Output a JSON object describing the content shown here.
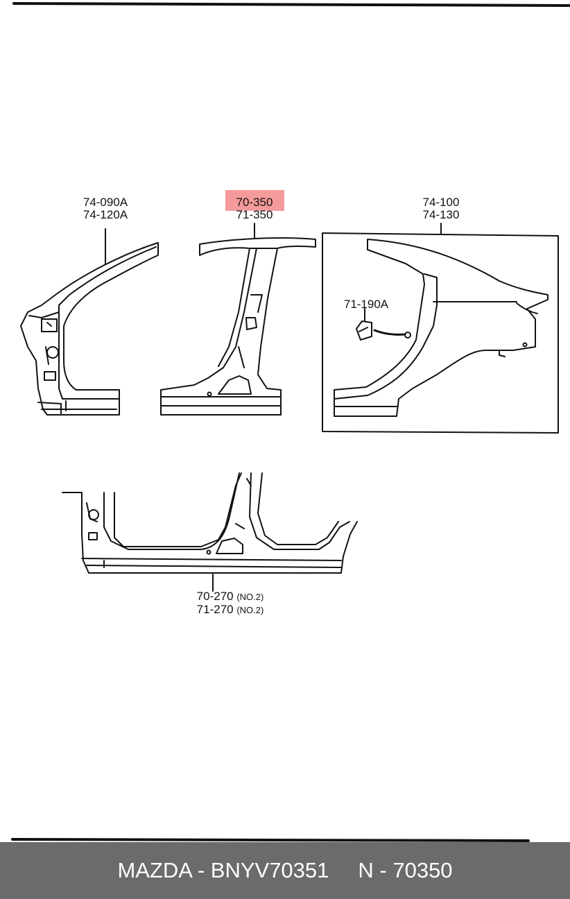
{
  "labels": {
    "front_pillar_upper": "74-090A",
    "front_pillar_lower": "74-120A",
    "center_pillar_upper": "70-350",
    "center_pillar_lower": "71-350",
    "rear_fender_upper": "74-100",
    "rear_fender_lower": "74-130",
    "fuel_lid_part": "71-190A",
    "sill_upper": "70-270",
    "sill_upper_note": "(NO.2)",
    "sill_lower": "71-270",
    "sill_lower_note": "(NO.2)"
  },
  "highlight": {
    "color": "#f59a9a",
    "target": "70-350"
  },
  "footer": {
    "brand_part": "MAZDA - BNYV70351",
    "code": "N - 70350",
    "background": "#6b6b6b"
  }
}
